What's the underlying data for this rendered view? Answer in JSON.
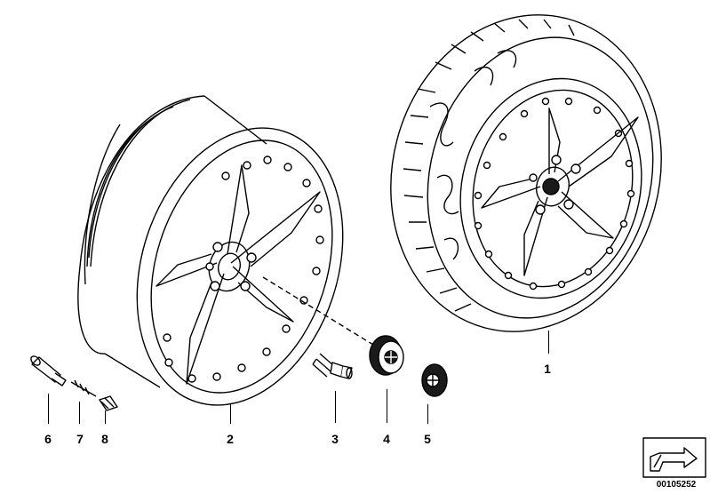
{
  "callouts": {
    "n1": "1",
    "n2": "2",
    "n3": "3",
    "n4": "4",
    "n5": "5",
    "n6": "6",
    "n7": "7",
    "n8": "8"
  },
  "document_number": "00105252",
  "colors": {
    "line": "#000000",
    "background": "#ffffff",
    "dark_part": "#1a1a1a"
  },
  "icons": {
    "corner": "view-direction-arrow-icon"
  }
}
